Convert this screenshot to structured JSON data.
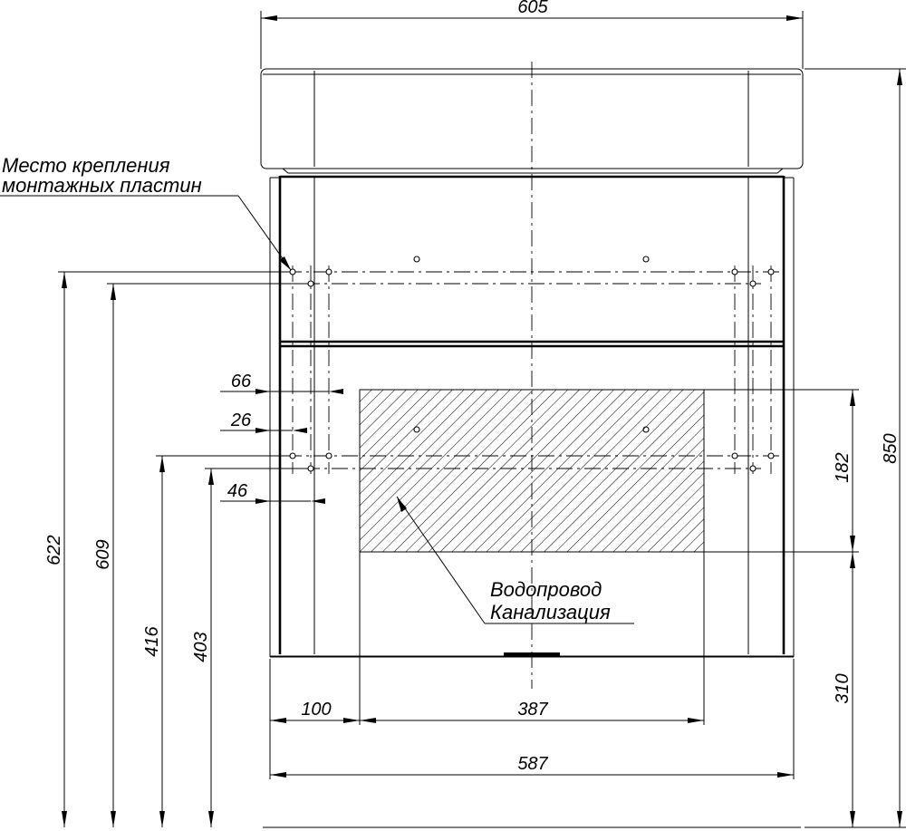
{
  "dimensions": {
    "overall_width": "605",
    "overall_height": "850",
    "mount_height_upper_outer": "622",
    "mount_height_upper_inner": "609",
    "mount_height_lower_outer": "416",
    "mount_height_lower_inner": "403",
    "offset_66": "66",
    "offset_26": "26",
    "offset_46": "46",
    "utility_zone_height": "182",
    "utility_zone_elevation": "310",
    "utility_zone_offset": "100",
    "utility_zone_width": "387",
    "cabinet_width": "587"
  },
  "labels": {
    "mount_points_line1": "Место крепления",
    "mount_points_line2": "монтажных пластин",
    "plumbing_line1": "Водопровод",
    "plumbing_line2": "Канализация"
  }
}
